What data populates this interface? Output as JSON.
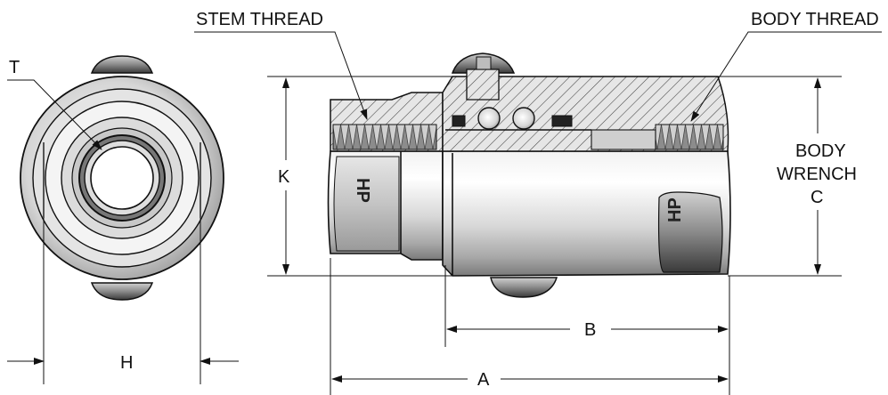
{
  "labels": {
    "stem_thread": "STEM THREAD",
    "body_thread": "BODY THREAD",
    "t": "T",
    "k": "K",
    "h": "H",
    "b": "B",
    "a": "A",
    "body_wrench_line1": "BODY",
    "body_wrench_line2": "WRENCH",
    "body_wrench_line3": "C"
  },
  "markings": {
    "left_mark": "HP",
    "right_mark": "HP"
  }
}
